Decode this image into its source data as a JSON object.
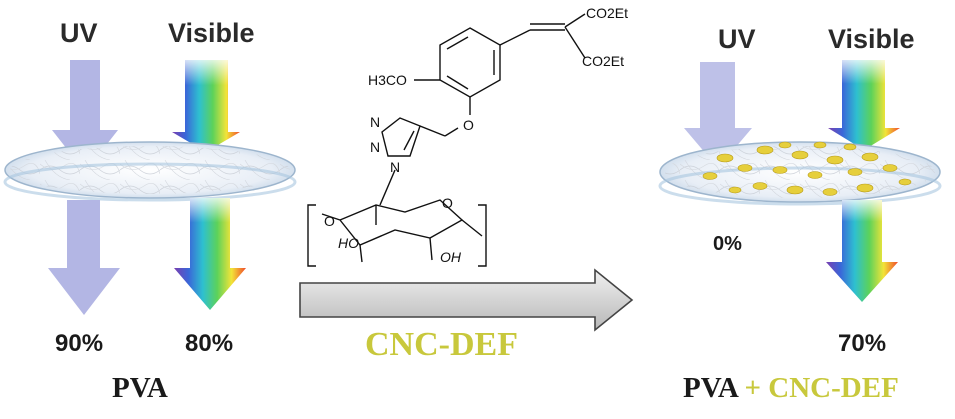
{
  "left_panel": {
    "uv_label": "UV",
    "visible_label": "Visible",
    "uv_percent": "90%",
    "visible_percent": "80%",
    "title": "PVA"
  },
  "middle": {
    "arrow_label": "CNC-DEF",
    "molecule": {
      "co2et_top": "CO2Et",
      "co2et_bottom": "CO2Et",
      "methoxy": "H3CO",
      "ring_o": "O",
      "triazole_n1": "N",
      "triazole_n2": "N",
      "triazole_n3": "N",
      "sugar_o_left": "O",
      "sugar_o_ring": "O",
      "ho_left": "HO",
      "oh_right": "OH"
    }
  },
  "right_panel": {
    "uv_label": "UV",
    "visible_label": "Visible",
    "uv_percent": "0%",
    "visible_percent": "70%",
    "title_part1": "PVA",
    "title_plus": "+",
    "title_part2": "CNC-DEF"
  },
  "colors": {
    "uv_arrow": "#b3b6e4",
    "cnc_def_text": "#c8c83c",
    "disk_blue": "#a9c6e0",
    "particle": "#e6cf3c",
    "arrow_gray": "#d8d8d8"
  }
}
